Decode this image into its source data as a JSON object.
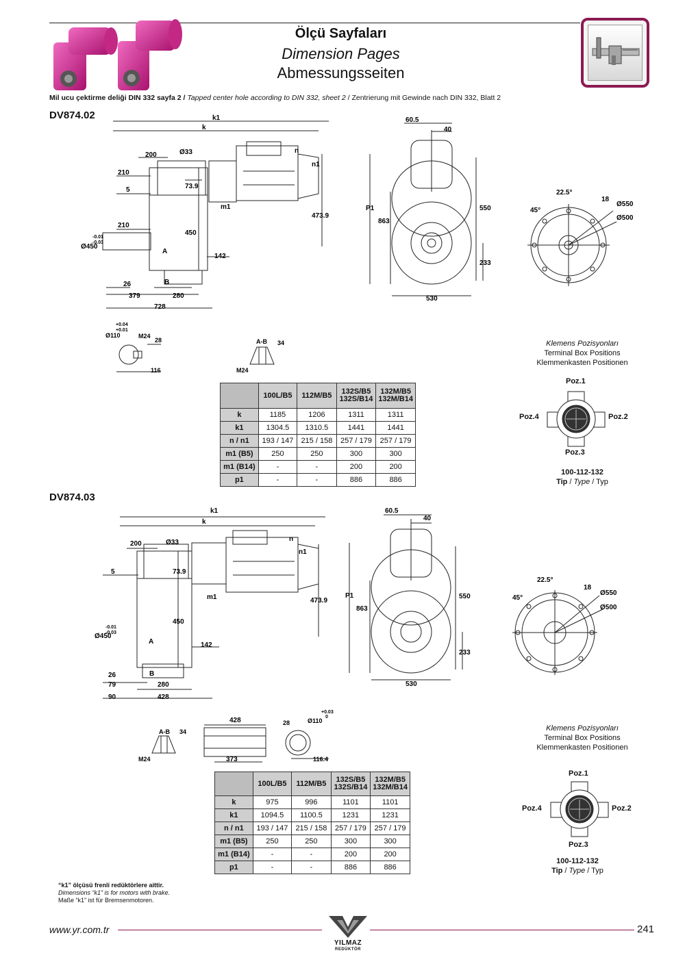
{
  "header": {
    "title_tr": "Ölçü Sayfaları",
    "title_en": "Dimension Pages",
    "title_de": "Abmessungsseiten",
    "icon": "caliper-icon",
    "accent_color": "#8b1a52"
  },
  "note_top": {
    "tr": "Mil ucu çektirme deliği DIN 332 sayfa 2 /",
    "en": "Tapped center hole according to DIN 332, sheet 2",
    "de": "/ Zentrierung mit Gewinde nach DIN 332, Blatt 2"
  },
  "sections": [
    {
      "model": "DV874.02",
      "dims": {
        "k1": "k1",
        "k": "k",
        "d200": "200",
        "d33": "Ø33",
        "d210a": "210",
        "d5": "5",
        "d739": "73.9",
        "n1": "n1",
        "n": "n",
        "m1": "m1",
        "d4739": "473.9",
        "d210b": "210",
        "tol": "-0.01",
        "tol2": "-0.03",
        "d450": "Ø450",
        "d450v": "450",
        "d142": "142",
        "a": "A",
        "b": "B",
        "d26": "26",
        "d379": "379",
        "d280": "280",
        "d728": "728",
        "d605": "60.5",
        "d40": "40",
        "p1": "P1",
        "d863": "863",
        "d550": "550",
        "d233": "233",
        "d530": "530",
        "d225": "22.5°",
        "d18": "18",
        "d45": "45°",
        "d550c": "Ø550",
        "d500c": "Ø500"
      },
      "shaft": {
        "tol_up": "+0.04",
        "tol_dn": "+0.01",
        "dia": "Ø110",
        "thread": "M24",
        "l28": "28",
        "l116": "116"
      },
      "ab": {
        "label": "A-B",
        "l34": "34",
        "thread": "M24"
      },
      "table": {
        "headers": [
          "",
          "100L/B5",
          "112M/B5",
          "132S/B5\n132S/B14",
          "132M/B5\n132M/B14"
        ],
        "rows": [
          [
            "k",
            "1185",
            "1206",
            "1311",
            "1311"
          ],
          [
            "k1",
            "1304.5",
            "1310.5",
            "1441",
            "1441"
          ],
          [
            "n / n1",
            "193 / 147",
            "215 / 158",
            "257 / 179",
            "257 / 179"
          ],
          [
            "m1 (B5)",
            "250",
            "250",
            "300",
            "300"
          ],
          [
            "m1 (B14)",
            "-",
            "-",
            "200",
            "200"
          ],
          [
            "p1",
            "-",
            "-",
            "886",
            "886"
          ]
        ]
      },
      "terminal": {
        "cap_tr": "Klemens Pozisyonları",
        "cap_en": "Terminal Box Positions",
        "cap_de": "Klemmenkasten Positionen",
        "poz1": "Poz.1",
        "poz2": "Poz.2",
        "poz3": "Poz.3",
        "poz4": "Poz.4",
        "type_sizes": "100-112-132",
        "type_tr": "Tip",
        "type_en": "Type",
        "type_de": "Typ"
      }
    },
    {
      "model": "DV874.03",
      "dims": {
        "k1": "k1",
        "k": "k",
        "d200": "200",
        "d33": "Ø33",
        "d5": "5",
        "d739": "73.9",
        "n1": "n1",
        "n": "n",
        "m1": "m1",
        "d4739": "473.9",
        "tol": "-0.01",
        "tol2": "-0.03",
        "d450": "Ø450",
        "d450v": "450",
        "d142": "142",
        "a": "A",
        "b": "B",
        "d26": "26",
        "d79": "79",
        "d280": "280",
        "d90": "90",
        "d428": "428",
        "d605": "60.5",
        "d40": "40",
        "p1": "P1",
        "d863": "863",
        "d550": "550",
        "d233": "233",
        "d530": "530",
        "d225": "22.5°",
        "d18": "18",
        "d45": "45°",
        "d550c": "Ø550",
        "d500c": "Ø500"
      },
      "shaft": {
        "tol_up": "+0.03",
        "tol_dn": "0",
        "dia": "Ø110",
        "l28": "28",
        "l1164": "116.4"
      },
      "hollow": {
        "l428": "428",
        "l373": "373"
      },
      "ab": {
        "label": "A-B",
        "l34": "34",
        "thread": "M24"
      },
      "table": {
        "headers": [
          "",
          "100L/B5",
          "112M/B5",
          "132S/B5\n132S/B14",
          "132M/B5\n132M/B14"
        ],
        "rows": [
          [
            "k",
            "975",
            "996",
            "1101",
            "1101"
          ],
          [
            "k1",
            "1094.5",
            "1100.5",
            "1231",
            "1231"
          ],
          [
            "n / n1",
            "193 / 147",
            "215 / 158",
            "257 / 179",
            "257 / 179"
          ],
          [
            "m1 (B5)",
            "250",
            "250",
            "300",
            "300"
          ],
          [
            "m1 (B14)",
            "-",
            "-",
            "200",
            "200"
          ],
          [
            "p1",
            "-",
            "-",
            "886",
            "886"
          ]
        ]
      },
      "terminal": {
        "cap_tr": "Klemens Pozisyonları",
        "cap_en": "Terminal Box Positions",
        "cap_de": "Klemmenkasten Positionen",
        "poz1": "Poz.1",
        "poz2": "Poz.2",
        "poz3": "Poz.3",
        "poz4": "Poz.4",
        "type_sizes": "100-112-132",
        "type_tr": "Tip",
        "type_en": "Type",
        "type_de": "Typ"
      }
    }
  ],
  "footnote": {
    "tr": "“k1” ölçüsü frenli redüktörlere aittir.",
    "en": "Dimensions “k1” is for motors with brake.",
    "de": "Maße “k1” ist für Bremsenmotoren."
  },
  "footer": {
    "url": "www.yr.com.tr",
    "page": "241",
    "logo": "YILMAZ",
    "logo_sub": "REDÜKTÖR"
  }
}
